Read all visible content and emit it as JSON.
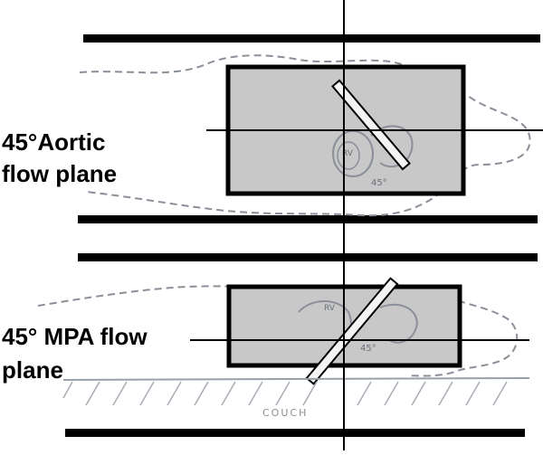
{
  "diagram": {
    "top_view": {
      "label_line1": "45°Aortic",
      "label_line2": "flow plane",
      "sketch_marks": [
        "RV",
        "45°"
      ]
    },
    "bottom_view": {
      "label_line1": "45° MPA flow",
      "label_line2": "plane",
      "sketch_marks": [
        "RV",
        "45°"
      ]
    },
    "couch_label": "COUCH"
  },
  "colors": {
    "line": "#000000",
    "box_fill": "#c8c8c8",
    "sketch": "#8a8f99",
    "plane_fill": "#f4f4f4"
  }
}
